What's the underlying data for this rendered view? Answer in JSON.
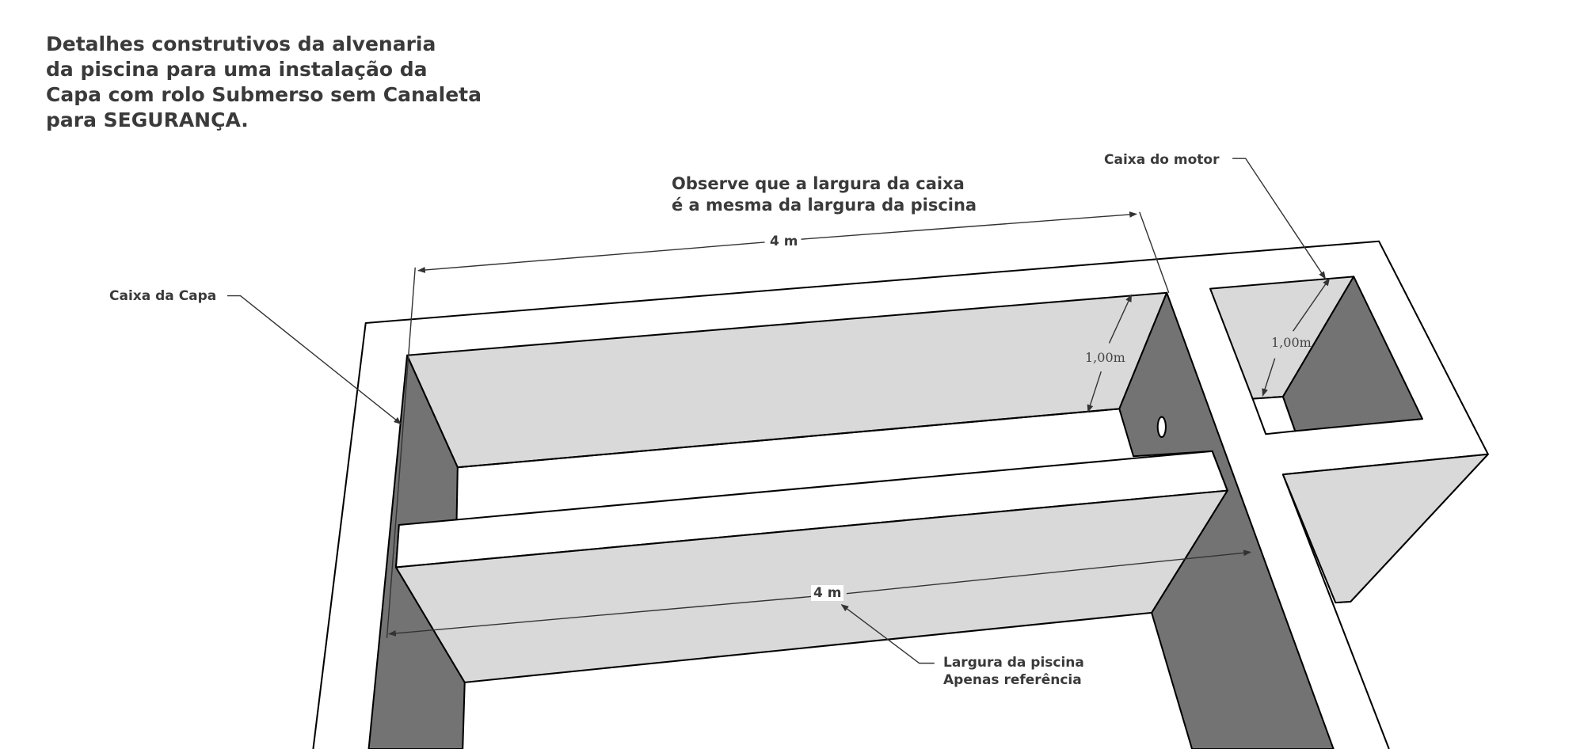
{
  "title_lines": [
    "Detalhes construtivos da alvenaria",
    "da piscina para uma instalação da",
    "Capa com rolo Submerso sem Canaleta",
    "para SEGURANÇA."
  ],
  "note_lines": [
    "Observe que a largura da caixa",
    "é a mesma da largura da piscina"
  ],
  "labels": {
    "caixa_motor": "Caixa do motor",
    "caixa_capa": "Caixa da Capa",
    "largura_line1": "Largura da piscina",
    "largura_line2": "Apenas referência"
  },
  "dimensions": {
    "top_width": "4 m",
    "bottom_width": "4 m",
    "box_depth": "1,00m",
    "motor_depth": "1,00m"
  },
  "colors": {
    "light_face": "#d9d9d9",
    "dark_face": "#737373",
    "line": "#000000",
    "text": "#3a3a3a"
  }
}
